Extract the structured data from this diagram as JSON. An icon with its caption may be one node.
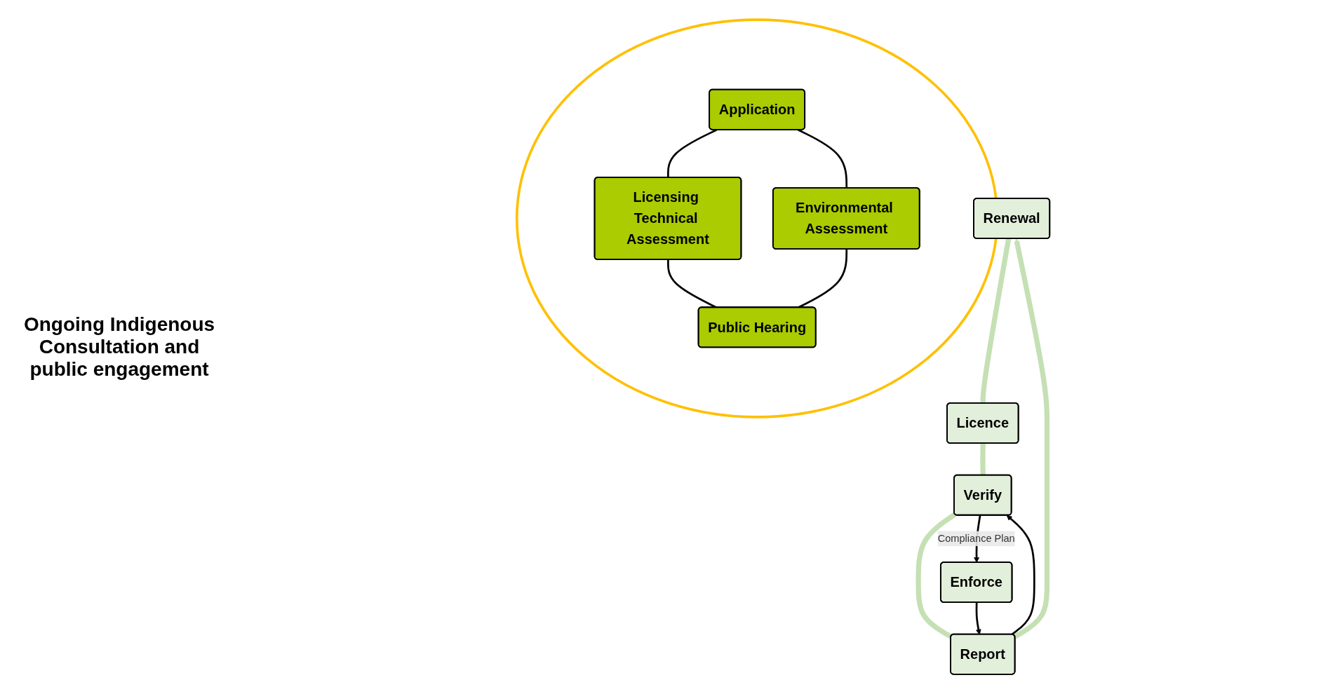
{
  "diagram": {
    "nodes": [
      {
        "text": [
          "Renewal"
        ]
      },
      {
        "text": [],
        "shape": "circle"
      },
      {
        "text": [
          "Application"
        ],
        "in": 1
      },
      {
        "text": [
          "Licensing Technical Assessment"
        ],
        "in": 1
      },
      {
        "text": [
          "Environmental Assessment"
        ],
        "in": 1
      },
      {
        "text": [
          "Public Hearing"
        ],
        "in": 1
      },
      {
        "text": [
          "Report"
        ]
      },
      {
        "text": [
          "Verify"
        ]
      },
      {
        "text": [
          "Enforce"
        ]
      },
      {
        "text": [
          "Licence"
        ]
      }
    ],
    "edges": [
      {
        "from": 6,
        "to": 0,
        "arrow": "to",
        "style": "thick",
        "color": "#c5e0b4"
      },
      {
        "from": 0,
        "to": 9,
        "arrow": "none",
        "style": "thick",
        "color": "#c5e0b4"
      },
      {
        "from": 9,
        "to": 7,
        "arrow": "none",
        "style": "thick",
        "color": "#c5e0b4"
      },
      {
        "from": 7,
        "to": 6,
        "arrow": "none",
        "style": "thick",
        "color": "#c5e0b4"
      },
      {
        "from": 2,
        "to": 3,
        "arrow": "none"
      },
      {
        "from": 2,
        "to": 4,
        "arrow": "none"
      },
      {
        "from": 3,
        "to": 5,
        "arrow": "none"
      },
      {
        "from": 4,
        "to": 5,
        "arrow": "none"
      },
      {
        "from": 6,
        "to": 7,
        "arrow": "to"
      },
      {
        "from": 7,
        "to": 8,
        "arrow": "to",
        "label": "Compliance Plan"
      },
      {
        "from": 8,
        "to": 6,
        "arrow": "to"
      }
    ],
    "labels": [
      "Ongoing Indigenous Consultation and public engagement"
    ]
  }
}
